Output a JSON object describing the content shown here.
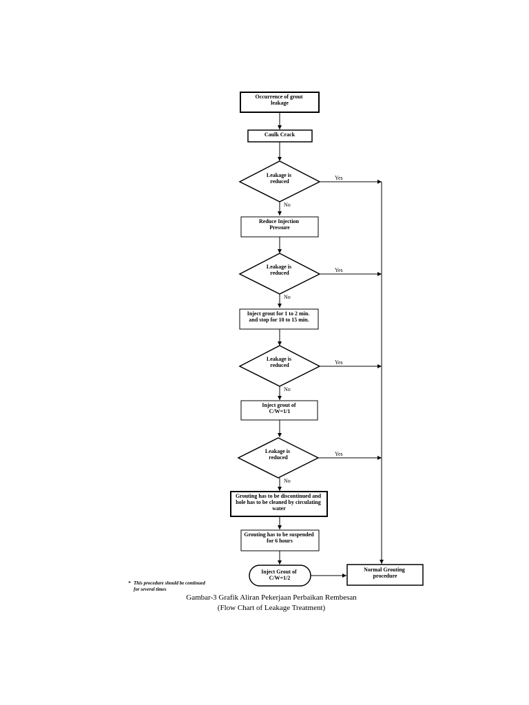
{
  "nodes": {
    "occurrence": {
      "lines": [
        "Occurrence of grout",
        "leakage"
      ]
    },
    "caulk": {
      "lines": [
        "Caulk Crack"
      ]
    },
    "decision1": {
      "lines": [
        "Leakage is",
        "reduced"
      ]
    },
    "reduce_pressure": {
      "lines": [
        "Reduce Injection",
        "Pressure"
      ]
    },
    "decision2": {
      "lines": [
        "Leakage is",
        "reduced"
      ]
    },
    "inject_stop": {
      "lines": [
        "Inject grout for 1 to 2 min.",
        "and stop for 10 to 15 min."
      ]
    },
    "decision3": {
      "lines": [
        "Leakage is",
        "reduced"
      ]
    },
    "inject_cw11": {
      "lines": [
        "Inject grout of",
        "C/W=1/1"
      ]
    },
    "decision4": {
      "lines": [
        "Leakage is",
        "reduced"
      ]
    },
    "discontinue": {
      "lines": [
        "Grouting has to be discontinued and",
        "hole has to be cleaned by circulating",
        "water"
      ]
    },
    "suspend": {
      "lines": [
        "Grouting has to be suspended",
        "for 6 hours"
      ]
    },
    "inject_cw12": {
      "lines": [
        "Inject Grout of",
        "C/W=1/2"
      ]
    },
    "normal": {
      "lines": [
        "Normal Grouting",
        "procedure"
      ]
    }
  },
  "edge_labels": {
    "yes": "Yes",
    "no": "No"
  },
  "note": {
    "marker": "*",
    "lines": [
      "This procedure should be continued",
      "for several times"
    ]
  },
  "caption": {
    "line1": "Gambar-3  Grafik Aliran Pekerjaan Perbaikan Rembesan",
    "line2": "(Flow Chart of Leakage Treatment)"
  }
}
